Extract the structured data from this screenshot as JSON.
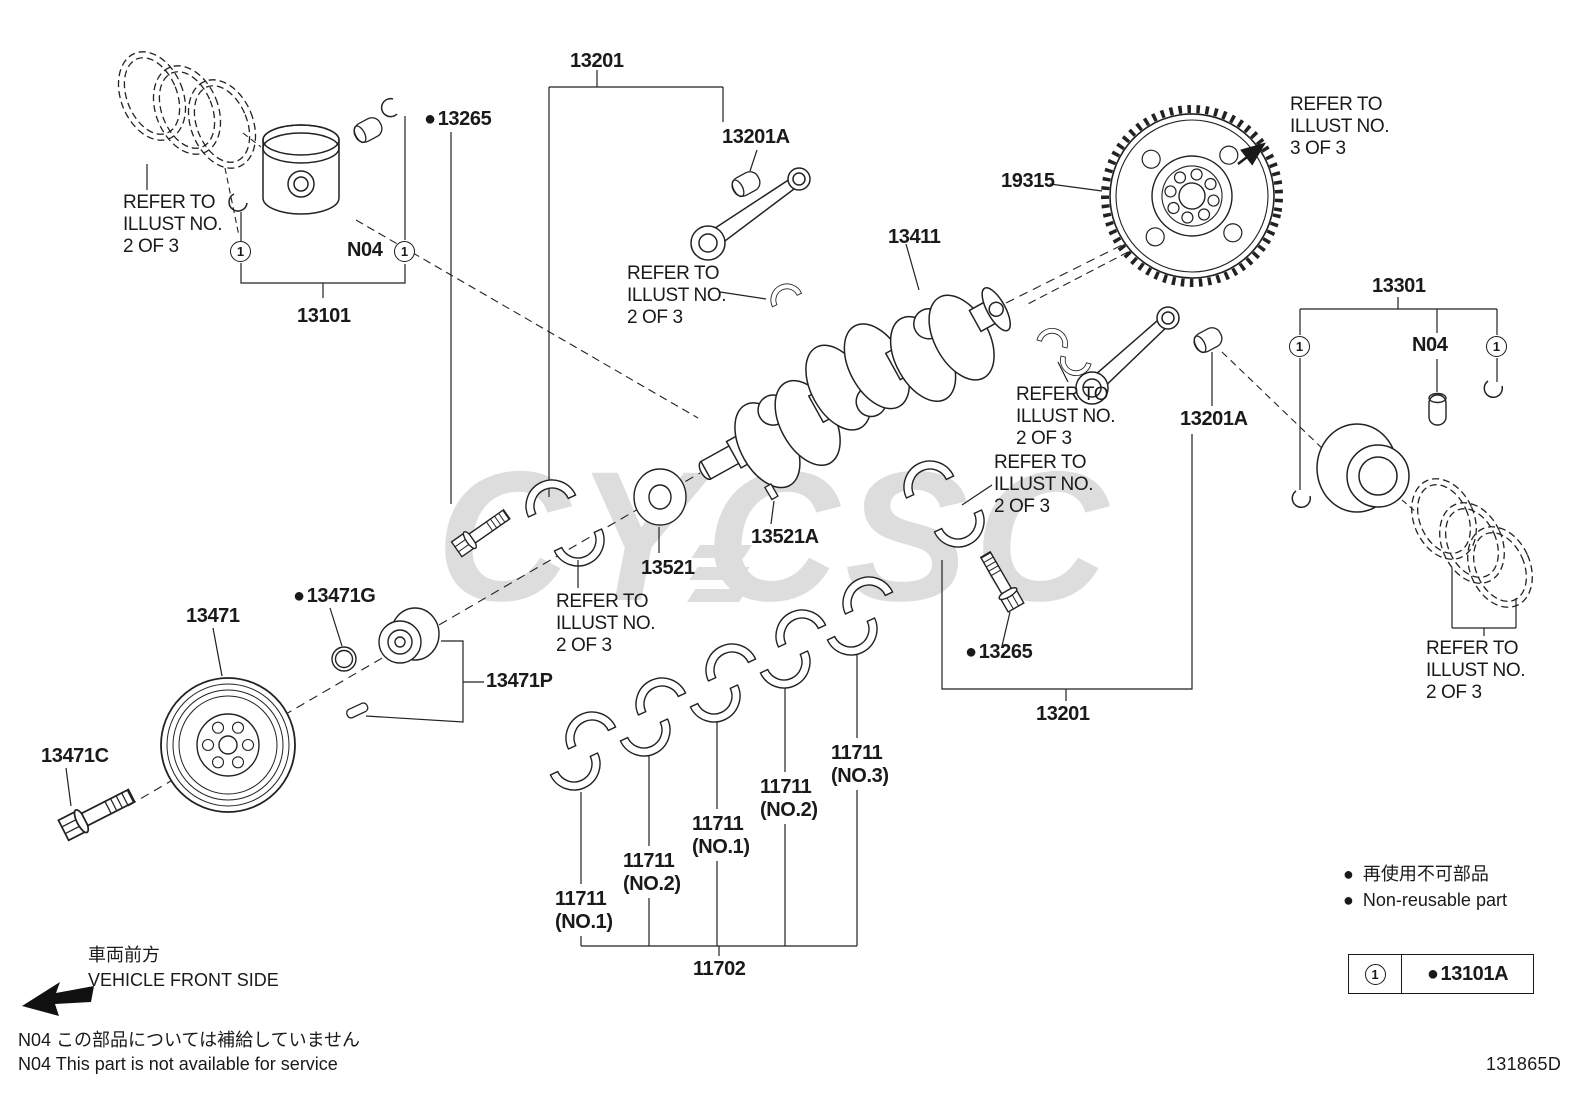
{
  "watermark": "CYCSC",
  "doc_code": "131865D",
  "callout": "1",
  "bullet": "●",
  "refer": {
    "l1": "REFER TO",
    "l2": "ILLUST NO.",
    "v2": "2 OF 3",
    "v3": "3 OF 3"
  },
  "n04": "N04",
  "parts": {
    "c13201": "13201",
    "c13265": "13265",
    "c13201A": "13201A",
    "c13101": "13101",
    "c13411": "13411",
    "c19315": "19315",
    "c13301": "13301",
    "c13521": "13521",
    "c13521A": "13521A",
    "c13471": "13471",
    "c13471G": "13471G",
    "c13471P": "13471P",
    "c13471C": "13471C",
    "c11711": "11711",
    "c11702": "11702",
    "c13101A": "13101A"
  },
  "suffix": {
    "no1": "(NO.1)",
    "no2": "(NO.2)",
    "no3": "(NO.3)"
  },
  "footer": {
    "front_jp": "車両前方",
    "front_en": "VEHICLE FRONT SIDE",
    "n04_jp": "N04  この部品については補給していません",
    "n04_en": "N04  This part is not available for service",
    "nonreusable_jp": "再使用不可部品",
    "nonreusable_en": "Non-reusable part"
  }
}
